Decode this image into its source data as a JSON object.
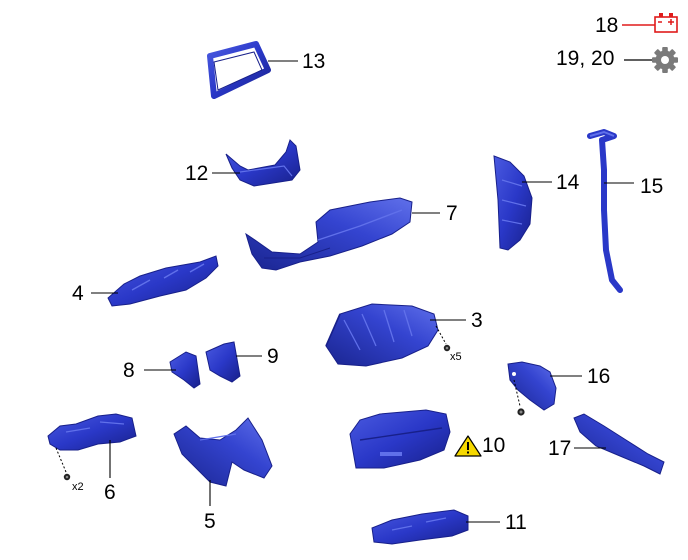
{
  "legend": {
    "battery_label": "18",
    "battery_icon": "battery-icon",
    "battery_color": "#e01b1b",
    "settings_label": "19, 20",
    "settings_icon": "gear-icon",
    "settings_color": "#7a7a7a"
  },
  "parts": [
    {
      "id": "13",
      "label": "13",
      "name": "display-frame"
    },
    {
      "id": "12",
      "label": "12",
      "name": "center-upper-bezel"
    },
    {
      "id": "7",
      "label": "7",
      "name": "instrument-panel-pad"
    },
    {
      "id": "14",
      "label": "14",
      "name": "side-panel"
    },
    {
      "id": "15",
      "label": "15",
      "name": "weatherstrip-trim"
    },
    {
      "id": "4",
      "label": "4",
      "name": "lower-panel-left"
    },
    {
      "id": "3",
      "label": "3",
      "name": "glove-box-housing"
    },
    {
      "id": "8",
      "label": "8",
      "name": "side-cover-left"
    },
    {
      "id": "9",
      "label": "9",
      "name": "side-cover-right"
    },
    {
      "id": "16",
      "label": "16",
      "name": "cowl-side-trim"
    },
    {
      "id": "6",
      "label": "6",
      "name": "lower-finish-panel"
    },
    {
      "id": "5",
      "label": "5",
      "name": "console-lower-panel"
    },
    {
      "id": "10",
      "label": "10",
      "name": "glove-box-door"
    },
    {
      "id": "17",
      "label": "17",
      "name": "scuff-plate"
    },
    {
      "id": "11",
      "label": "11",
      "name": "lower-bracket"
    }
  ],
  "fastener_quantities": {
    "part3": "x5",
    "part6": "x2"
  },
  "colors": {
    "part_fill": "#2a38c8",
    "part_dark": "#1a2590",
    "part_light": "#5868e8",
    "leader": "#000000",
    "warning_fill": "#f5d800"
  }
}
